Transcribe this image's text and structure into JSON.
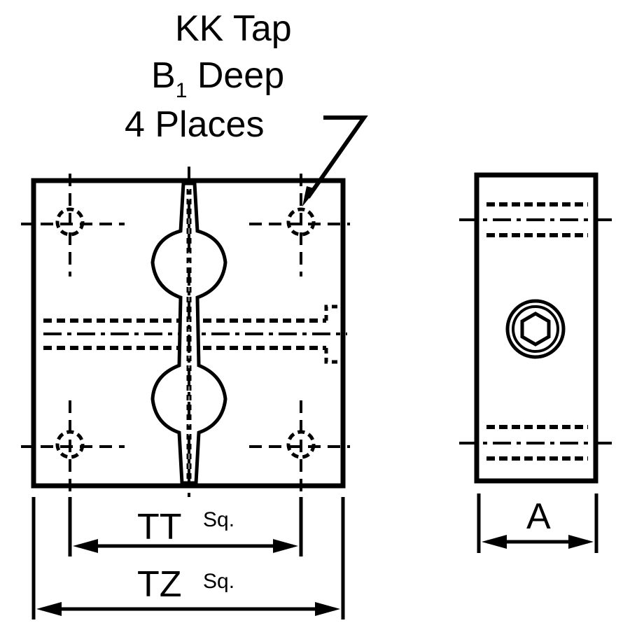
{
  "callout": {
    "line1": "KK Tap",
    "line2_main": "B",
    "line2_sub": "1",
    "line2_rest": " Deep",
    "line3": "4 Places"
  },
  "dimensions": {
    "tt": {
      "label": "TT",
      "suffix": "Sq."
    },
    "tz": {
      "label": "TZ",
      "suffix": "Sq."
    },
    "a": {
      "label": "A"
    }
  },
  "colors": {
    "ink": "#000000",
    "paper": "#ffffff"
  }
}
